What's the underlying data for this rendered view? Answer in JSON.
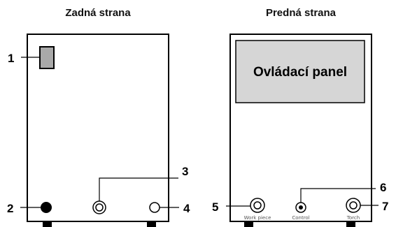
{
  "titles": {
    "back": "Zadná strana",
    "front": "Predná strana"
  },
  "panel_label": "Ovládací panel",
  "callouts": {
    "c1": "1",
    "c2": "2",
    "c3": "3",
    "c4": "4",
    "c5": "5",
    "c6": "6",
    "c7": "7"
  },
  "connector_labels": {
    "work_piece": "Work piece",
    "control": "Control",
    "torch": "Torch"
  },
  "colors": {
    "stroke": "#000000",
    "panel_fill": "#d6d6d6",
    "switch_fill": "#a9a9a9",
    "label_gray": "#555555"
  }
}
